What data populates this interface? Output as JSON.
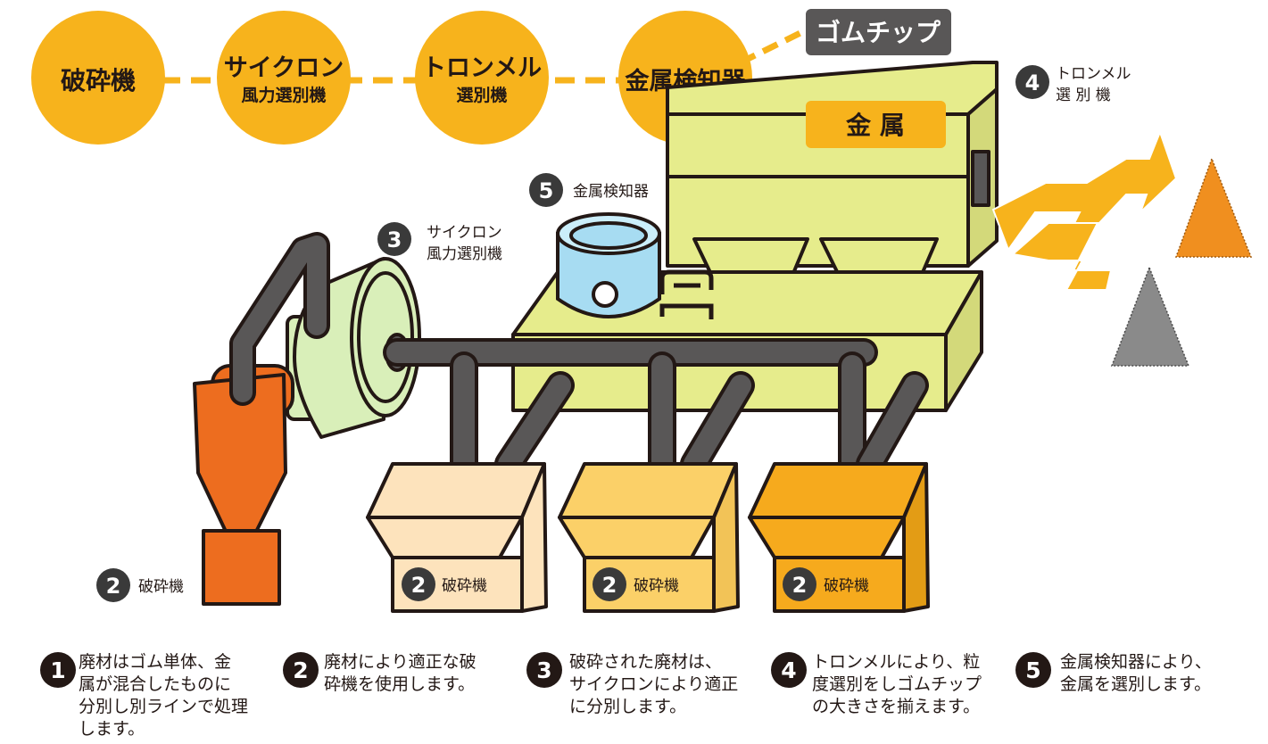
{
  "colors": {
    "process_circle": "#f7b31c",
    "machine_fill": "#e6ec8c",
    "cyclone_body": "#d9efb9",
    "crusher_orange": "#ed6d1f",
    "hopper_light": "#fde3bc",
    "hopper_mid": "#fbd068",
    "hopper_dark": "#f6aa1d",
    "pipe": "#595757",
    "outline": "#231815",
    "detector_blue": "#a7dcf2",
    "output_orange": "#f08f1f",
    "output_gray": "#8a8a8a"
  },
  "process_flow": [
    {
      "title": "破砕機",
      "sub": ""
    },
    {
      "title": "サイクロン",
      "sub": "風力選別機"
    },
    {
      "title": "トロンメル",
      "sub": "選別機"
    },
    {
      "title": "金属検知器",
      "sub": ""
    }
  ],
  "outputs": {
    "rubber_chip": "ゴムチップ",
    "metal": "金 属"
  },
  "machine_labels": {
    "trommel": {
      "num": "4",
      "line1": "トロンメル",
      "line2": "選 別 機"
    },
    "detector": {
      "num": "5",
      "text": "金属検知器"
    },
    "cyclone": {
      "num": "3",
      "line1": "サイクロン",
      "line2": "風力選別機"
    },
    "crusher_main": {
      "num": "2",
      "text": "破砕機"
    },
    "hopper1": {
      "num": "2",
      "text": "破砕機"
    },
    "hopper2": {
      "num": "2",
      "text": "破砕機"
    },
    "hopper3": {
      "num": "2",
      "text": "破砕機"
    }
  },
  "steps": [
    {
      "num": "1",
      "lines": [
        "廃材はゴム単体、金",
        "属が混合したものに",
        "分別し別ラインで処理",
        "します。"
      ]
    },
    {
      "num": "2",
      "lines": [
        "廃材により適正な破",
        "砕機を使用します。"
      ]
    },
    {
      "num": "3",
      "lines": [
        "破砕された廃材は、",
        "サイクロンにより適正",
        "に分別します。"
      ]
    },
    {
      "num": "4",
      "lines": [
        "トロンメルにより、粒",
        "度選別をしゴムチップ",
        "の大きさを揃えます。"
      ]
    },
    {
      "num": "5",
      "lines": [
        "金属検知器により、",
        "金属を選別します。"
      ]
    }
  ]
}
